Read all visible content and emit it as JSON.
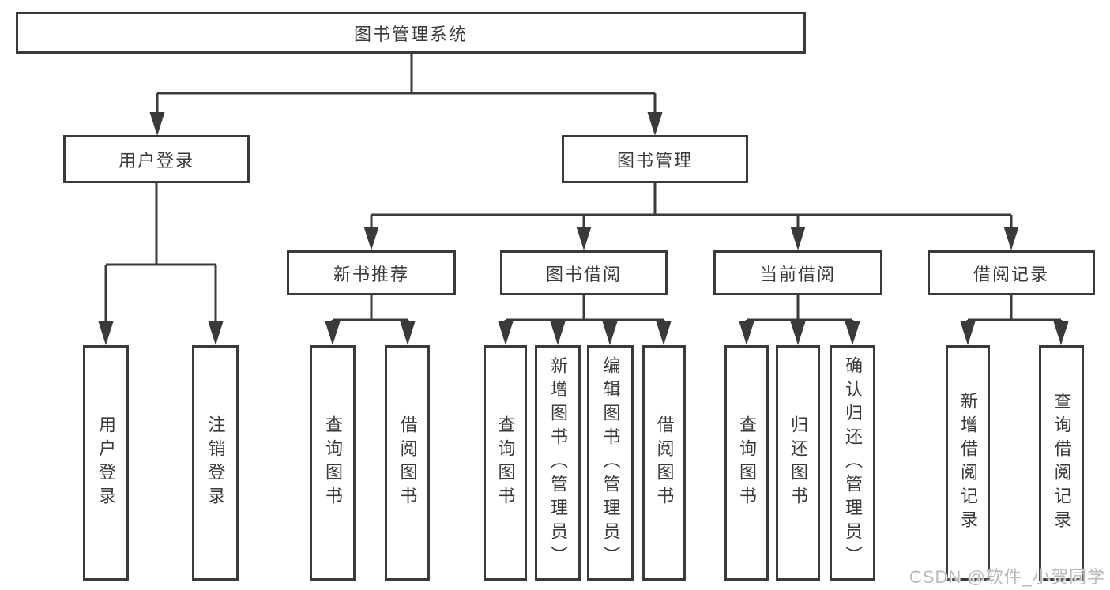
{
  "colors": {
    "line": "#3a3a3a",
    "text": "#3a3a3a",
    "background": "#ffffff",
    "watermark": "#b9b9b9"
  },
  "watermark": {
    "text": "CSDN @软件_小贺同学"
  },
  "tree": {
    "root": {
      "label": "图书管理系统"
    },
    "branches": [
      {
        "label": "用户登录",
        "children": [
          {
            "label": "用户登录"
          },
          {
            "label": "注销登录"
          }
        ]
      },
      {
        "label": "图书管理",
        "children": [
          {
            "label": "新书推荐",
            "children": [
              {
                "label": "查询图书"
              },
              {
                "label": "借阅图书"
              }
            ]
          },
          {
            "label": "图书借阅",
            "children": [
              {
                "label": "查询图书"
              },
              {
                "label": "新增图书（管理员）"
              },
              {
                "label": "编辑图书（管理员）"
              },
              {
                "label": "借阅图书"
              }
            ]
          },
          {
            "label": "当前借阅",
            "children": [
              {
                "label": "查询图书"
              },
              {
                "label": "归还图书"
              },
              {
                "label": "确认归还（管理员）"
              }
            ]
          },
          {
            "label": "借阅记录",
            "children": [
              {
                "label": "新增借阅记录"
              },
              {
                "label": "查询借阅记录"
              }
            ]
          }
        ]
      }
    ]
  }
}
